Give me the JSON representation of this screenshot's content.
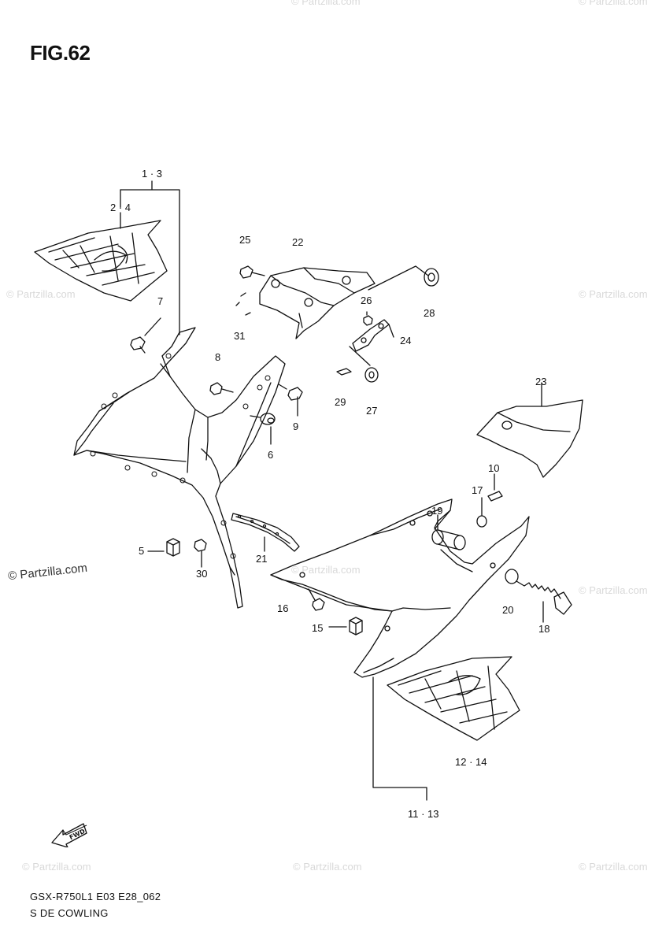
{
  "figure": {
    "title": "FIG.62",
    "model_code": "GSX-R750L1 E03 E28_062",
    "section_title": "S DE COWLING",
    "direction_mark": "FWD"
  },
  "watermark": {
    "text_small": "© Partzilla.com",
    "text_large": "© Partzilla.com"
  },
  "callouts": [
    {
      "id": "c-1-3",
      "text": "1 · 3"
    },
    {
      "id": "c-2-4",
      "text": "2 · 4"
    },
    {
      "id": "c-25",
      "text": "25"
    },
    {
      "id": "c-22",
      "text": "22"
    },
    {
      "id": "c-7",
      "text": "7"
    },
    {
      "id": "c-26",
      "text": "26"
    },
    {
      "id": "c-28",
      "text": "28"
    },
    {
      "id": "c-31",
      "text": "31"
    },
    {
      "id": "c-24",
      "text": "24"
    },
    {
      "id": "c-8",
      "text": "8"
    },
    {
      "id": "c-29",
      "text": "29"
    },
    {
      "id": "c-27",
      "text": "27"
    },
    {
      "id": "c-9",
      "text": "9"
    },
    {
      "id": "c-23",
      "text": "23"
    },
    {
      "id": "c-6",
      "text": "6"
    },
    {
      "id": "c-10",
      "text": "10"
    },
    {
      "id": "c-17",
      "text": "17"
    },
    {
      "id": "c-19",
      "text": "19"
    },
    {
      "id": "c-5",
      "text": "5"
    },
    {
      "id": "c-21",
      "text": "21"
    },
    {
      "id": "c-30",
      "text": "30"
    },
    {
      "id": "c-16",
      "text": "16"
    },
    {
      "id": "c-20",
      "text": "20"
    },
    {
      "id": "c-15",
      "text": "15"
    },
    {
      "id": "c-18",
      "text": "18"
    },
    {
      "id": "c-12-14",
      "text": "12 · 14"
    },
    {
      "id": "c-11-13",
      "text": "11 · 13"
    }
  ],
  "colors": {
    "line": "#111111",
    "watermark": "#d9d9d9"
  }
}
